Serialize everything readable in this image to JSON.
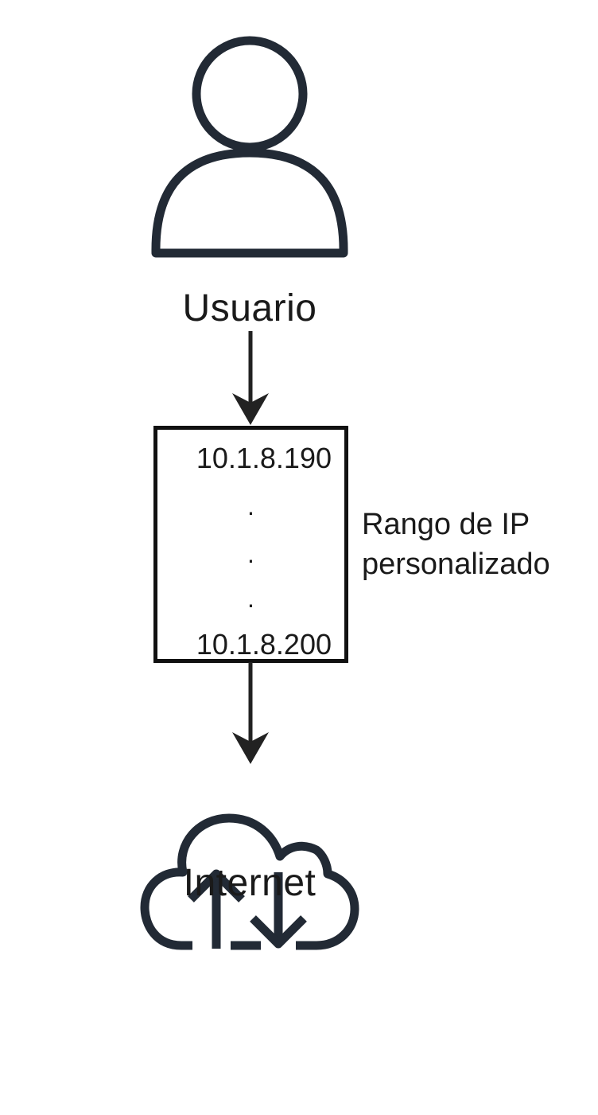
{
  "nodes": {
    "user": {
      "label": "Usuario",
      "icon": "user-icon"
    },
    "ip_range": {
      "start": "10.1.8.190",
      "dots": [
        ".",
        ".",
        "."
      ],
      "end": "10.1.8.200",
      "caption_line1": "Rango de IP",
      "caption_line2": "personalizado"
    },
    "internet": {
      "label": "Internet",
      "icon": "cloud-upload-download-icon"
    }
  },
  "colors": {
    "icon_stroke": "#222a35",
    "text": "#1a1a1a",
    "box_border": "#111111",
    "arrow": "#222222"
  }
}
